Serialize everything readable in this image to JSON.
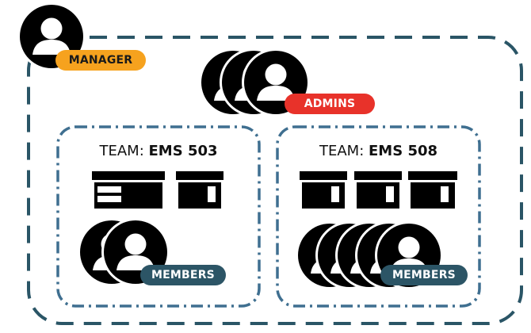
{
  "manager": {
    "label": "MANAGER",
    "color": "#f6a21e",
    "text_color": "#1a1a1a"
  },
  "admins": {
    "label": "ADMINS",
    "color": "#e8322a",
    "text_color": "#ffffff",
    "count": 3
  },
  "teams": [
    {
      "prefix": "TEAM:",
      "id": "EMS 503",
      "member_label": "MEMBERS",
      "member_count": 2,
      "table_count": 2
    },
    {
      "prefix": "TEAM:",
      "id": "EMS 508",
      "member_label": "MEMBERS",
      "member_count": 5,
      "table_count": 3
    }
  ],
  "colors": {
    "outer_border": "#2a5566",
    "team_border": "#3f6f90",
    "member_pill": "#2c5566",
    "icon": "#000000"
  }
}
